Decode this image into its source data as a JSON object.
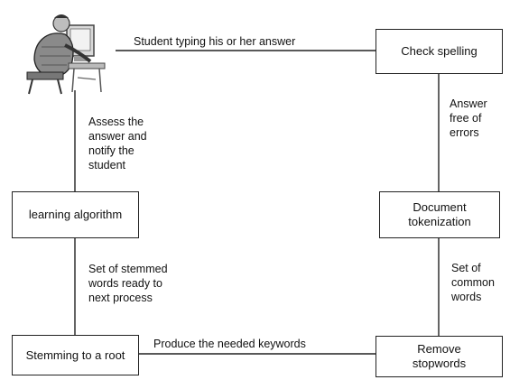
{
  "nodes": {
    "check_spelling": "Check spelling",
    "document_tokenization": "Document\ntokenization",
    "remove_stopwords": "Remove\nstopwords",
    "stemming": "Stemming to a root",
    "learning_algorithm": "learning algorithm",
    "student": "student-at-computer-icon"
  },
  "edges": {
    "student_to_spelling": "Student typing his or her answer",
    "spelling_to_tokenization": "Answer\nfree of\nerrors",
    "tokenization_to_stopwords": "Set of\ncommon\nwords",
    "stopwords_to_stemming": "Produce the needed keywords",
    "stemming_to_learning": "Set of stemmed\nwords ready to\nnext process",
    "learning_to_student": "Assess the\nanswer and\nnotify the\nstudent"
  }
}
